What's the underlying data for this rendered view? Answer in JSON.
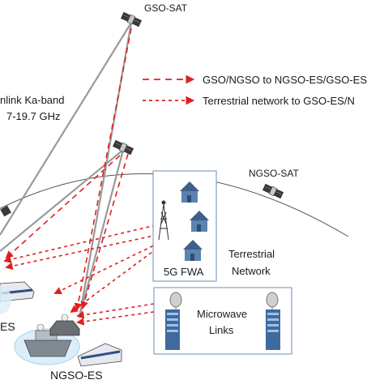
{
  "labels": {
    "gso_sat": "GSO-SAT",
    "ngso_sat": "NGSO-SAT",
    "downlink_line1": "nlink Ka-band",
    "downlink_line2": "7-19.7 GHz",
    "fwa": "5G FWA",
    "terrestrial_line1": "Terrestrial",
    "terrestrial_line2": "Network",
    "microwave_line1": "Microwave",
    "microwave_line2": "Links",
    "ngso_es": "NGSO-ES",
    "es_partial": "ES"
  },
  "legend": [
    {
      "text": "GSO/NGSO to NGSO-ES/GSO-ES",
      "style": "long-dash",
      "color": "#e02020"
    },
    {
      "text": "Terrestrial network to GSO-ES/N",
      "style": "short-dash",
      "color": "#e02020"
    }
  ],
  "colors": {
    "interference_line": "#e02020",
    "satellite_link": "#9a9a9a",
    "orbit_arc": "#555555",
    "box_border": "#6a8db5",
    "house": "#4a6f9a"
  },
  "icons": {
    "satellite": "satellite-icon",
    "house": "house-icon",
    "tower": "cell-tower-icon",
    "server": "server-tower-icon",
    "dish": "microwave-dish-icon",
    "ship": "ship-icon",
    "train": "train-icon",
    "car": "car-icon"
  }
}
